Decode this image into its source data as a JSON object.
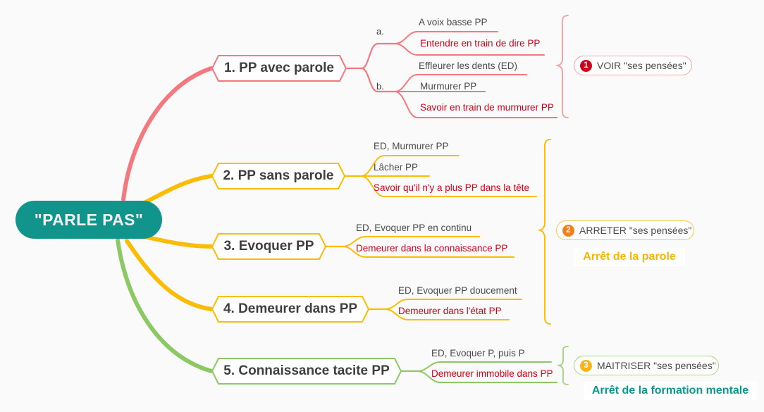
{
  "title": "\"PARLE PAS\" mind map",
  "colors": {
    "background": "#fafafa",
    "root": "#11948c",
    "branch_red": "#f4787e",
    "branch_yellow": "#fbbc05",
    "branch_green": "#8cc863",
    "text_grey": "#4a4a4a",
    "text_red": "#d0021b",
    "badge_1": "#d0021b",
    "badge_2": "#f0811a",
    "badge_3": "#fbb415",
    "summary_yellow": "#f5b601",
    "summary_teal": "#11948c"
  },
  "root": {
    "label": "\"PARLE PAS\""
  },
  "branches": [
    {
      "id": "branch-1",
      "label": "1. PP avec parole",
      "color": "#f4787e",
      "groups": [
        {
          "marker": "a.",
          "leaves": [
            {
              "text": "A voix basse PP",
              "style": "grey"
            },
            {
              "text": "Entendre en train de dire PP",
              "style": "red"
            }
          ]
        },
        {
          "marker": "b.",
          "leaves": [
            {
              "text": "Effleurer les dents (ED)",
              "style": "grey"
            },
            {
              "text": "Murmurer PP",
              "style": "grey"
            },
            {
              "text": "Savoir en train de murmurer PP",
              "style": "red"
            }
          ]
        }
      ]
    },
    {
      "id": "branch-2",
      "label": "2. PP sans parole",
      "color": "#fbbc05",
      "groups": [
        {
          "marker": "",
          "leaves": [
            {
              "text": "ED, Murmurer PP",
              "style": "grey"
            },
            {
              "text": "Lâcher PP",
              "style": "grey"
            },
            {
              "text": "Savoir qu'il n'y a plus PP dans la tête",
              "style": "red"
            }
          ]
        }
      ]
    },
    {
      "id": "branch-3",
      "label": "3. Evoquer PP",
      "color": "#fbbc05",
      "groups": [
        {
          "marker": "",
          "leaves": [
            {
              "text": "ED, Evoquer PP en continu",
              "style": "grey"
            },
            {
              "text": "Demeurer dans la connaissance PP",
              "style": "red"
            }
          ]
        }
      ]
    },
    {
      "id": "branch-4",
      "label": "4. Demeurer dans PP",
      "color": "#fbbc05",
      "groups": [
        {
          "marker": "",
          "leaves": [
            {
              "text": "ED, Evoquer PP doucement",
              "style": "grey"
            },
            {
              "text": "Demeurer dans l'état PP",
              "style": "red"
            }
          ]
        }
      ]
    },
    {
      "id": "branch-5",
      "label": "5. Connaissance tacite PP",
      "color": "#8cc863",
      "groups": [
        {
          "marker": "",
          "leaves": [
            {
              "text": "ED, Evoquer P, puis P",
              "style": "grey"
            },
            {
              "text": "Demeurer immobile dans PP",
              "style": "red"
            }
          ]
        }
      ]
    }
  ],
  "callouts": [
    {
      "id": "callout-1",
      "number": "1",
      "text": "VOIR \"ses pensées\"",
      "summary": ""
    },
    {
      "id": "callout-2",
      "number": "2",
      "text": "ARRETER \"ses pensées\"",
      "summary": "Arrêt de la parole"
    },
    {
      "id": "callout-3",
      "number": "3",
      "text": "MAITRISER \"ses pensées\"",
      "summary": "Arrêt de la formation mentale"
    }
  ]
}
